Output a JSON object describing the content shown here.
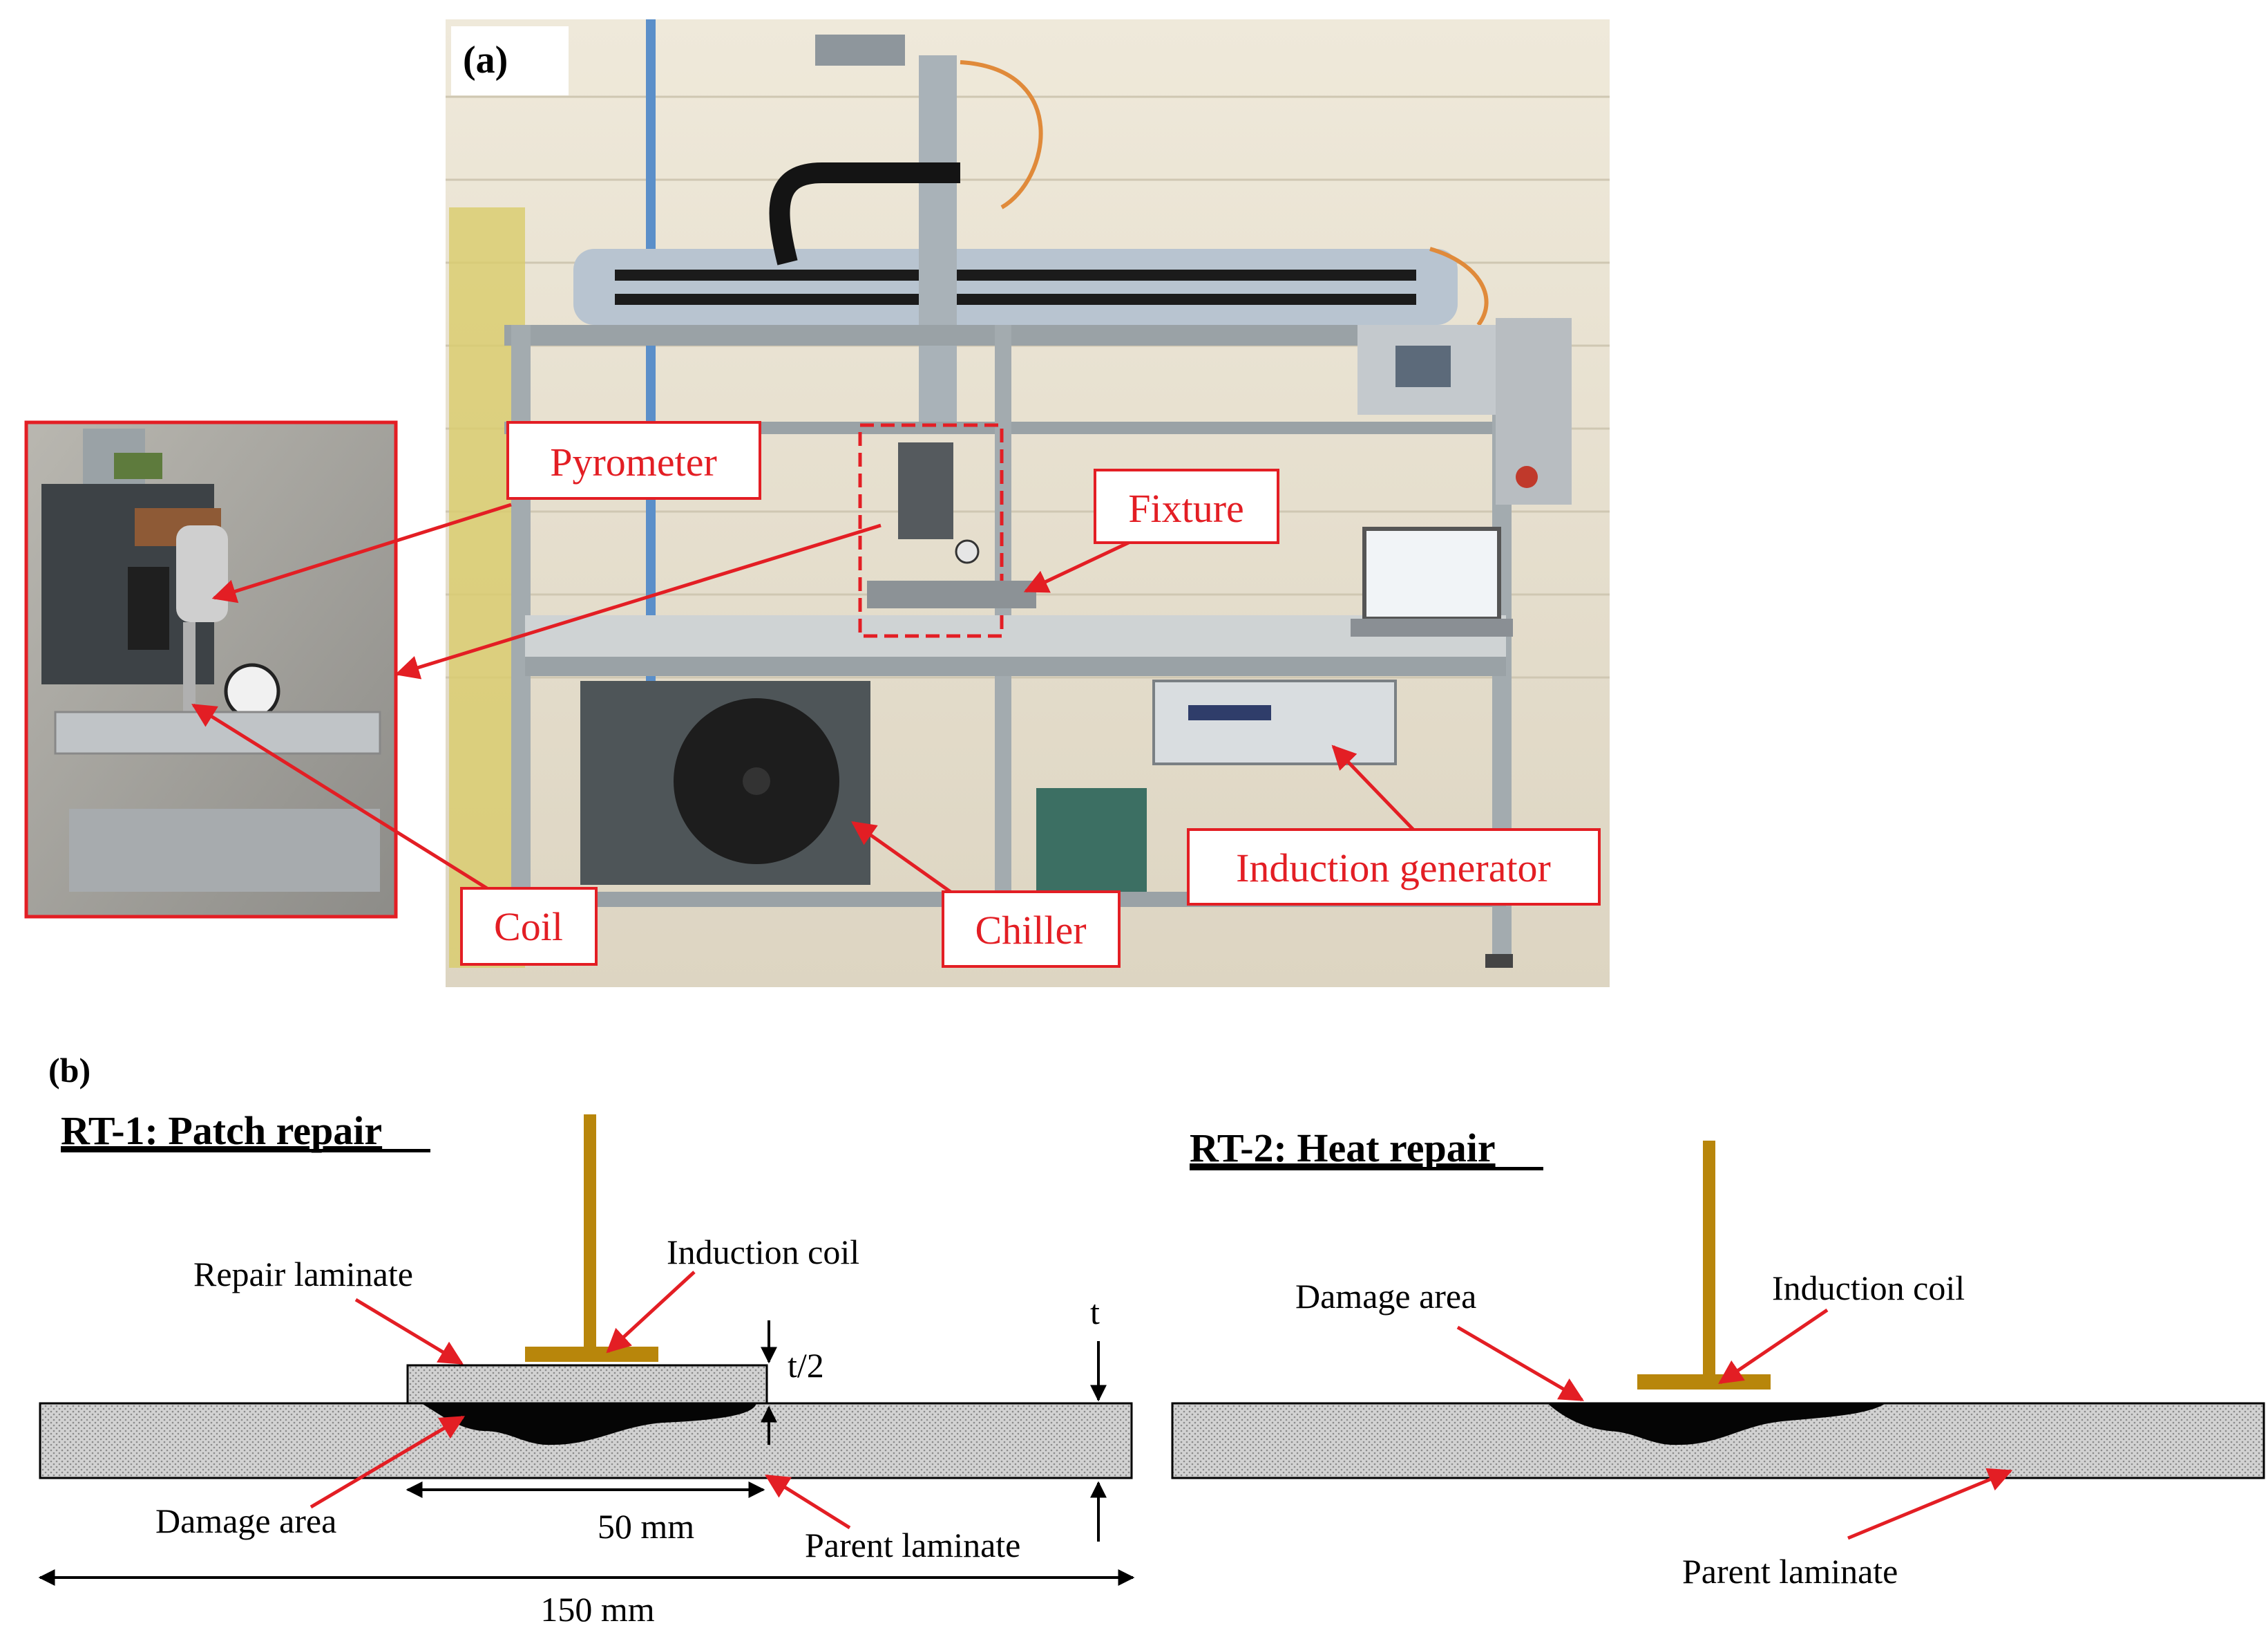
{
  "panel_a": {
    "label": "(a)",
    "callouts": {
      "pyrometer": "Pyrometer",
      "fixture": "Fixture",
      "coil": "Coil",
      "chiller": "Chiller",
      "induction_generator": "Induction generator"
    }
  },
  "panel_b": {
    "label": "(b)",
    "rt1": {
      "title": "RT-1: Patch repair",
      "repair_laminate": "Repair laminate",
      "induction_coil": "Induction coil",
      "damage_area": "Damage area",
      "parent_laminate": "Parent laminate",
      "dim_patch": "50 mm",
      "dim_total": "150 mm",
      "dim_t": "t",
      "dim_half_t": "t/2"
    },
    "rt2": {
      "title": "RT-2: Heat repair",
      "damage_area": "Damage area",
      "induction_coil": "Induction coil",
      "parent_laminate": "Parent laminate"
    }
  },
  "colors": {
    "callout_red": "#e31e24",
    "coil_gold": "#b8860b",
    "laminate_gray": "#c8c8c8"
  }
}
